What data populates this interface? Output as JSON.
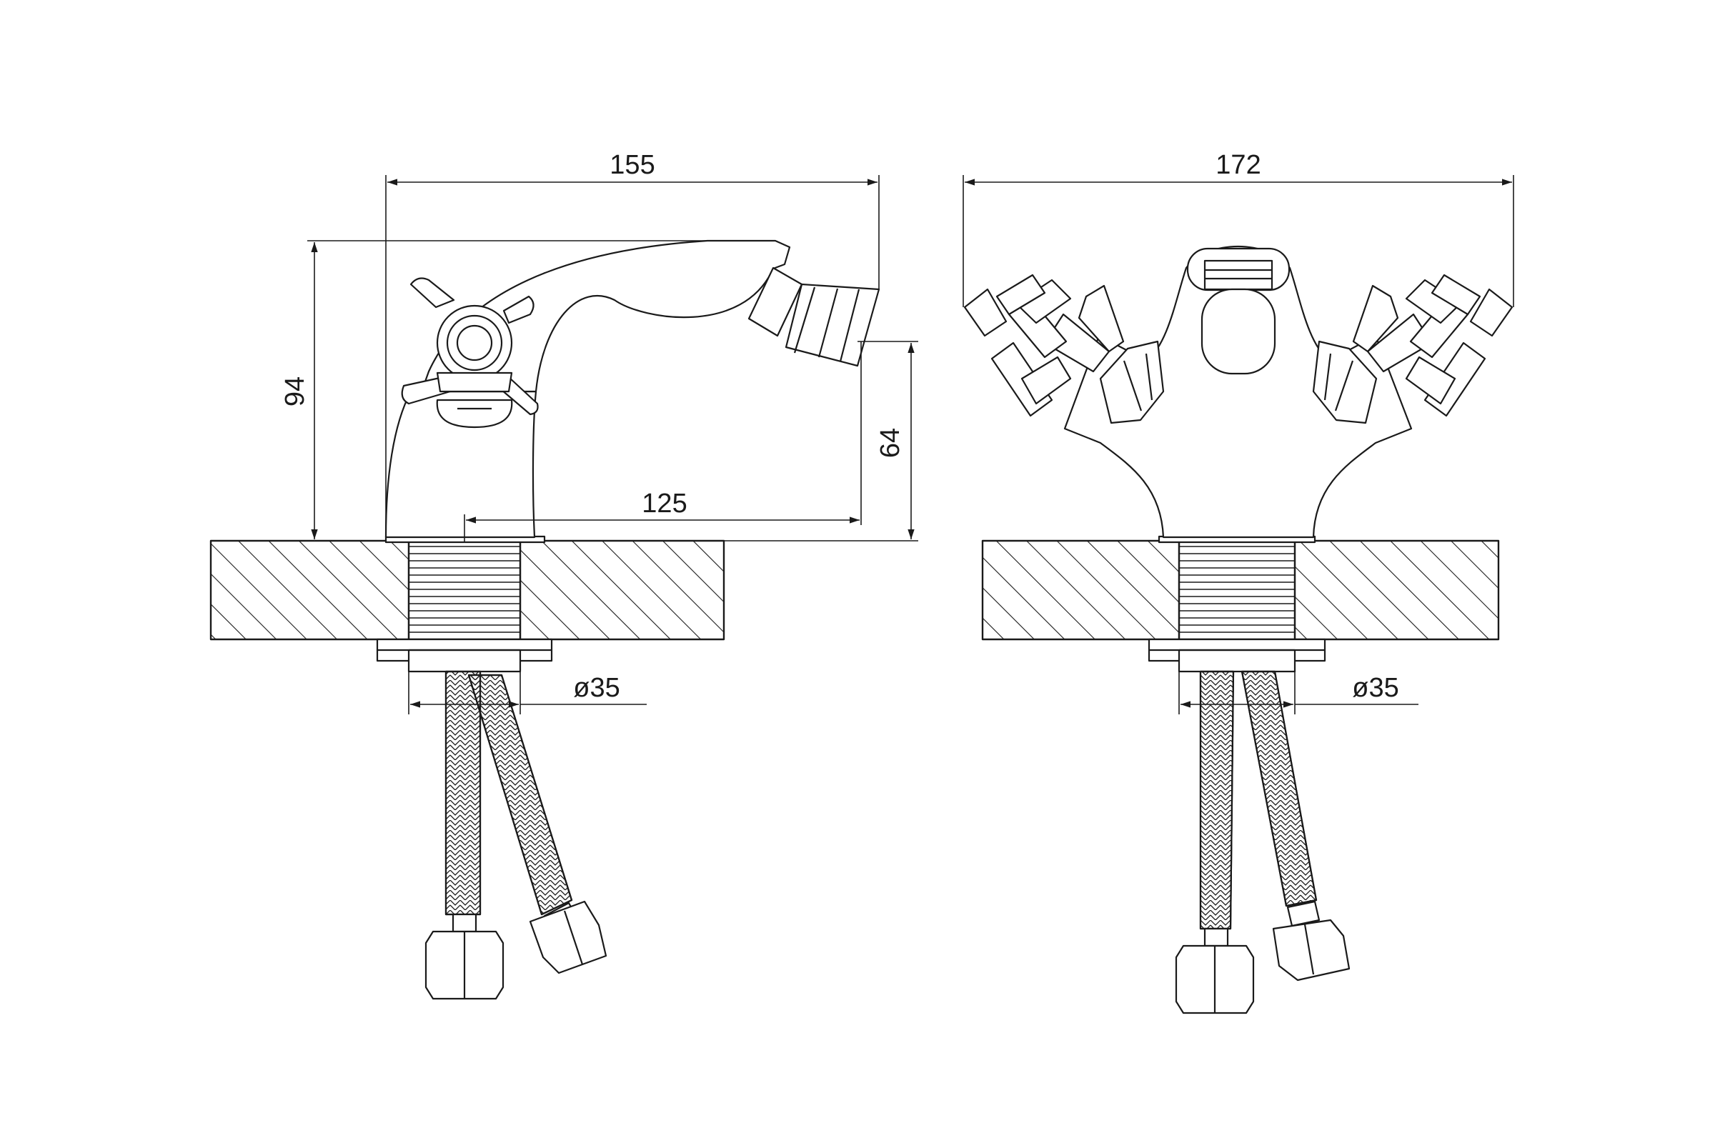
{
  "side_view": {
    "width_label": "155",
    "height_label": "94",
    "spout_height_label": "64",
    "spout_reach_label": "125",
    "base_diameter_label": "ø35"
  },
  "front_view": {
    "width_label": "172",
    "base_diameter_label": "ø35"
  },
  "colors": {
    "line": "#1a1a1a",
    "background": "#ffffff"
  }
}
